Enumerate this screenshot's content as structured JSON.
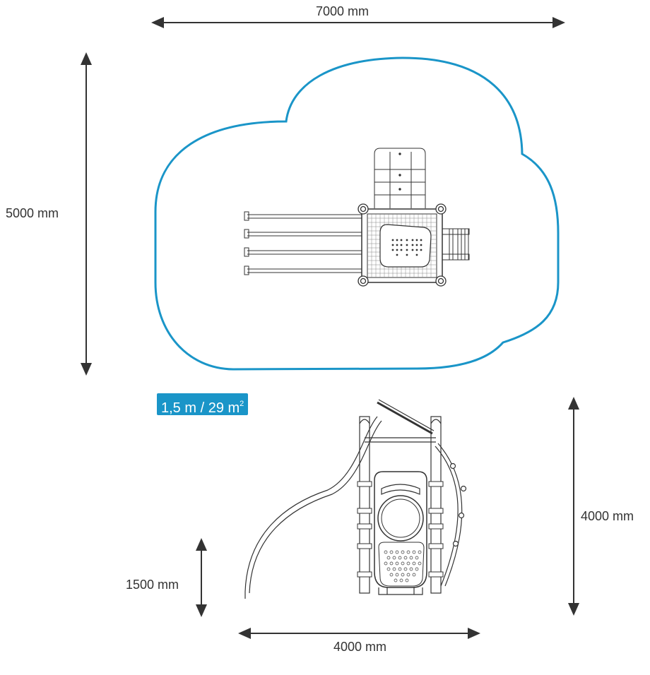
{
  "dimensions": {
    "top_width": "7000 mm",
    "top_height": "5000 mm",
    "side_height": "4000 mm",
    "platform_height": "1500 mm",
    "side_width": "4000 mm"
  },
  "badge": {
    "text": "1,5 m / 29 m",
    "superscript": "2",
    "color": "#1a95c8"
  },
  "colors": {
    "safety_zone_outline": "#1a95c8",
    "drawing_lines": "#333333"
  }
}
